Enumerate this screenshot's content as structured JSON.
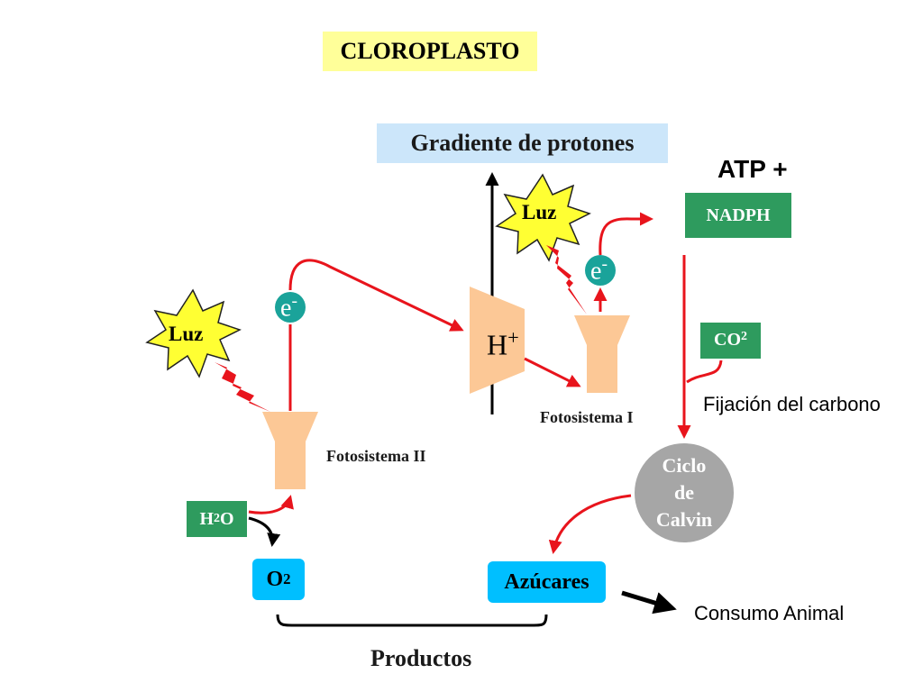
{
  "title": "CLOROPLASTO",
  "gradient_label": "Gradiente de protones",
  "atp_label": "ATP +",
  "nadph_label": "NADPH",
  "co2": {
    "main": "CO",
    "sub": "2"
  },
  "fixation_label": "Fijación del carbono",
  "calvin": {
    "line1": "Ciclo",
    "line2": "de",
    "line3": "Calvin"
  },
  "sugars_label": "Azúcares",
  "animal_label": "Consumo  Animal",
  "products_label": "Productos",
  "o2": {
    "main": "O",
    "sub": "2"
  },
  "h2o": {
    "pre": "H",
    "sub": "2",
    "post": "O"
  },
  "photosystem_1": "Fotosistema I",
  "photosystem_2": "Fotosistema II",
  "light_label": "Luz",
  "electron": {
    "main": "e",
    "sup": "-"
  },
  "proton": {
    "main": "H",
    "sup": "+"
  },
  "colors": {
    "arrow_red": "#e8141c",
    "green_box": "#2e9b5e",
    "cyan_box": "#00bfff",
    "photosystem": "#fcc896",
    "electron_circle": "#1aa39a",
    "calvin_circle": "#a6a6a6",
    "sun": "#ffff33",
    "title_bg": "#ffff99",
    "gradient_bg": "#cce6fa"
  }
}
